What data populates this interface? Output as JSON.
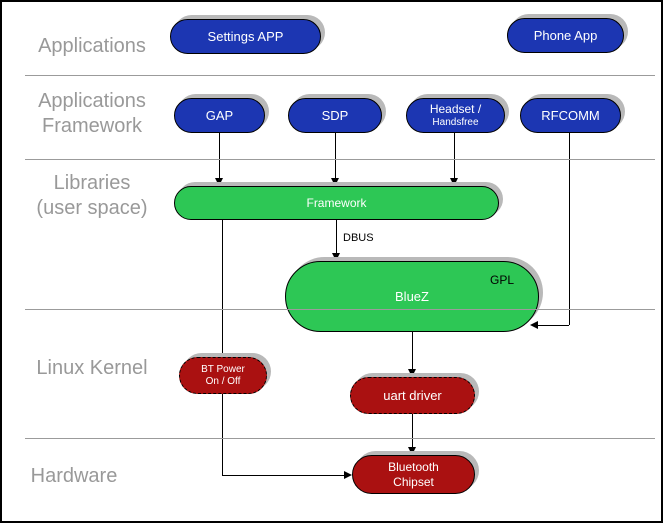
{
  "diagram": {
    "type": "bluetooth-software-stack-architecture",
    "layers": {
      "applications": {
        "line1": "Applications"
      },
      "app_framework": {
        "line1": "Applications",
        "line2": "Framework"
      },
      "libraries": {
        "line1": "Libraries",
        "line2": "(user space)"
      },
      "kernel": {
        "line1": "Linux Kernel"
      },
      "hardware": {
        "line1": "Hardware"
      }
    },
    "nodes": {
      "settings_app": {
        "label": "Settings APP"
      },
      "phone_app": {
        "label": "Phone App"
      },
      "gap": {
        "label": "GAP"
      },
      "sdp": {
        "label": "SDP"
      },
      "headset": {
        "line1": "Headset /",
        "line2": "Handsfree"
      },
      "rfcomm": {
        "label": "RFCOMM"
      },
      "framework": {
        "label": "Framework"
      },
      "bluez": {
        "label": "BlueZ",
        "badge": "GPL"
      },
      "bt_power": {
        "line1": "BT Power",
        "line2": "On / Off"
      },
      "uart": {
        "label": "uart driver"
      },
      "chipset": {
        "line1": "Bluetooth",
        "line2": "Chipset"
      }
    },
    "edge_labels": {
      "dbus": "DBUS"
    },
    "colors": {
      "app_node": "#1c36b2",
      "library_node": "#2dc755",
      "kernel_hw_node": "#aa1111",
      "node_text": "#ffffff",
      "layer_label_text": "#999999",
      "separator": "#9b9b9b",
      "shadow": "#b9b9b9",
      "connector": "#000000"
    }
  }
}
